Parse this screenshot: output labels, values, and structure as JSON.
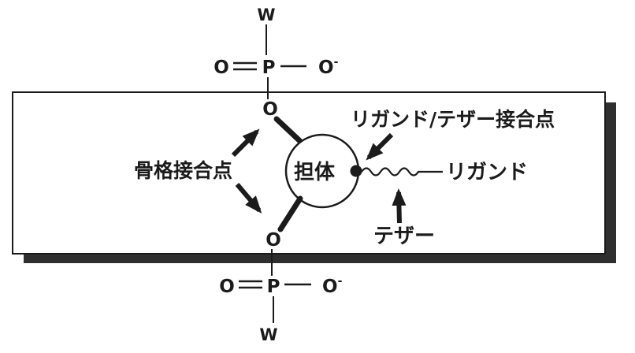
{
  "figure": {
    "top_phosphate": {
      "w": "W",
      "o_left": "O",
      "p": "P",
      "o_right": "O",
      "charge": "-"
    },
    "bottom_phosphate": {
      "w": "W",
      "o_left": "O",
      "p": "P",
      "o_right": "O",
      "charge": "-"
    },
    "panel": {
      "o_top": "O",
      "o_bottom": "O",
      "carrier": "担体",
      "backbone_junction": "骨格接合点",
      "ligand_tether_junction": "リガンド/テザー接合点",
      "ligand": "リガンド",
      "tether": "テザー"
    },
    "colors": {
      "ink": "#1b1b1b",
      "shadow": "#2f2f2f",
      "background": "#ffffff"
    }
  }
}
